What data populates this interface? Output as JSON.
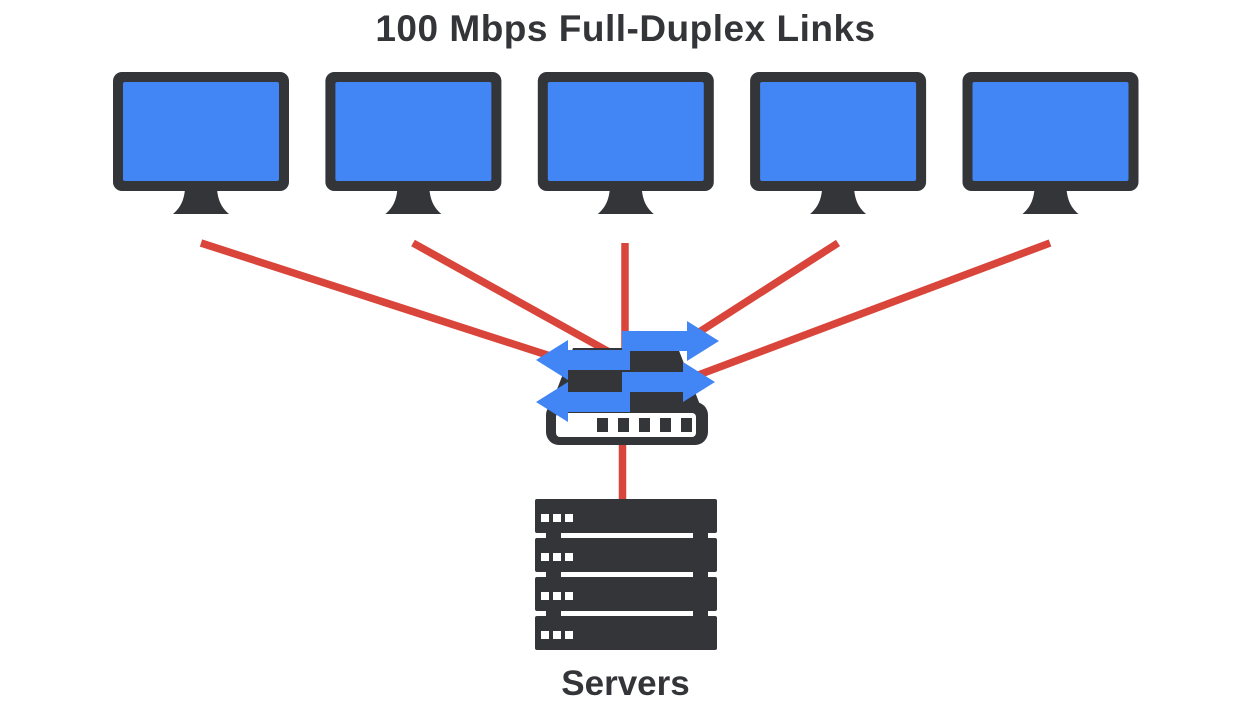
{
  "title": "100 Mbps Full-Duplex Links",
  "servers_label": "Servers",
  "colors": {
    "accent_blue": "#4285F4",
    "link_red": "#D9453A",
    "icon_dark": "#343539",
    "background": "#FFFFFF"
  },
  "diagram": {
    "workstations": {
      "count": 5,
      "icon": "desktop-monitor"
    },
    "switch": {
      "icon": "network-switch",
      "port_count": 5,
      "duplex_arrow_count": 4
    },
    "servers": {
      "icon": "server-rack",
      "unit_count": 4,
      "leds_per_unit": 3
    },
    "links": {
      "workstation_links": 5,
      "server_links": 1
    }
  }
}
